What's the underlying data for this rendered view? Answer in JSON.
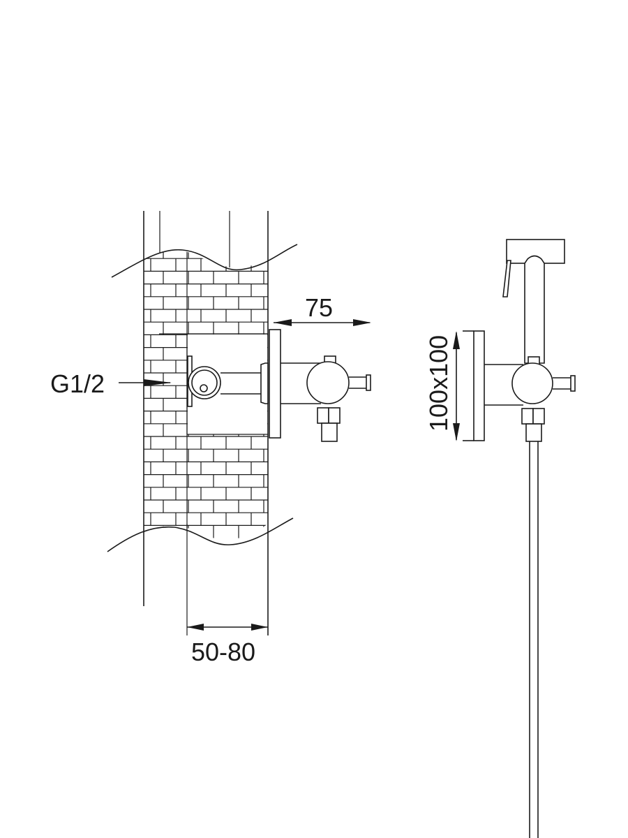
{
  "diagram": {
    "labels": {
      "projection": "75",
      "thread": "G1/2",
      "wall_depth": "50-80",
      "plate_size": "100x100"
    },
    "colors": {
      "line": "#1a1a1a",
      "background": "#ffffff"
    }
  }
}
